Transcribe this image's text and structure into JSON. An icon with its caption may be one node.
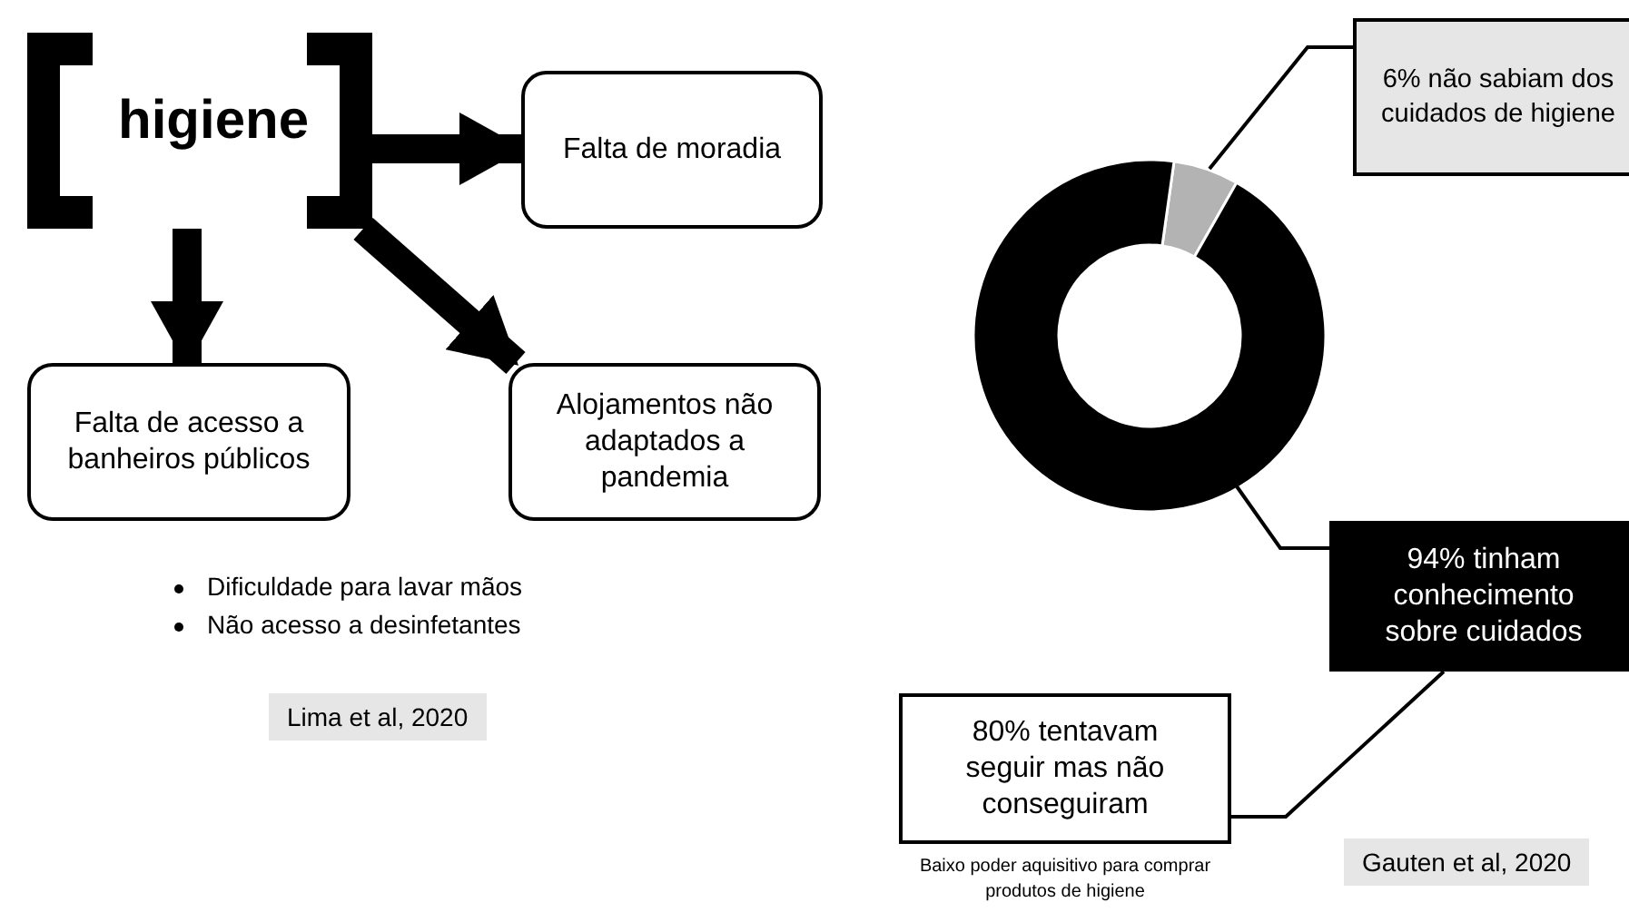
{
  "diagram": {
    "nodes": [
      {
        "text": [
          "higiene"
        ]
      },
      {
        "text": [
          "Falta de moradia"
        ]
      },
      {
        "text": [
          "Falta de acesso a banheiros públicos"
        ]
      },
      {
        "text": [
          "Alojamentos não adaptados a pandemia"
        ]
      },
      {
        "text": [
          "6% não sabiam dos cuidados de higiene"
        ]
      },
      {
        "text": [
          "94% tinham conhecimento sobre cuidados"
        ]
      },
      {
        "text": [
          "80% tentavam seguir mas não conseguiram"
        ],
        "beside": [
          "Baixo poder aquisitivo para comprar produtos de higiene"
        ]
      },
      {
        "text": [],
        "shape": "slice"
      },
      {
        "text": [],
        "shape": "slice"
      }
    ],
    "edges": [
      {
        "from": 0,
        "to": 1,
        "arrow": "to",
        "style": "thick"
      },
      {
        "from": 0,
        "to": 2,
        "arrow": "to",
        "style": "thick"
      },
      {
        "from": 0,
        "to": 3,
        "arrow": "to",
        "style": "thick"
      },
      {
        "from": 4,
        "to": 7,
        "arrow": "none"
      },
      {
        "from": 5,
        "to": 8,
        "arrow": "none"
      },
      {
        "from": 5,
        "to": 6,
        "arrow": "none"
      }
    ],
    "labels": [
      "Dificuldade para lavar mãos",
      "Não acesso a desinfetantes",
      "Lima et al, 2020",
      "Gauten et al, 2020"
    ],
    "chart_data": {
      "type": "donut",
      "series": [
        {
          "values": [
            6,
            94
          ]
        }
      ]
    }
  }
}
